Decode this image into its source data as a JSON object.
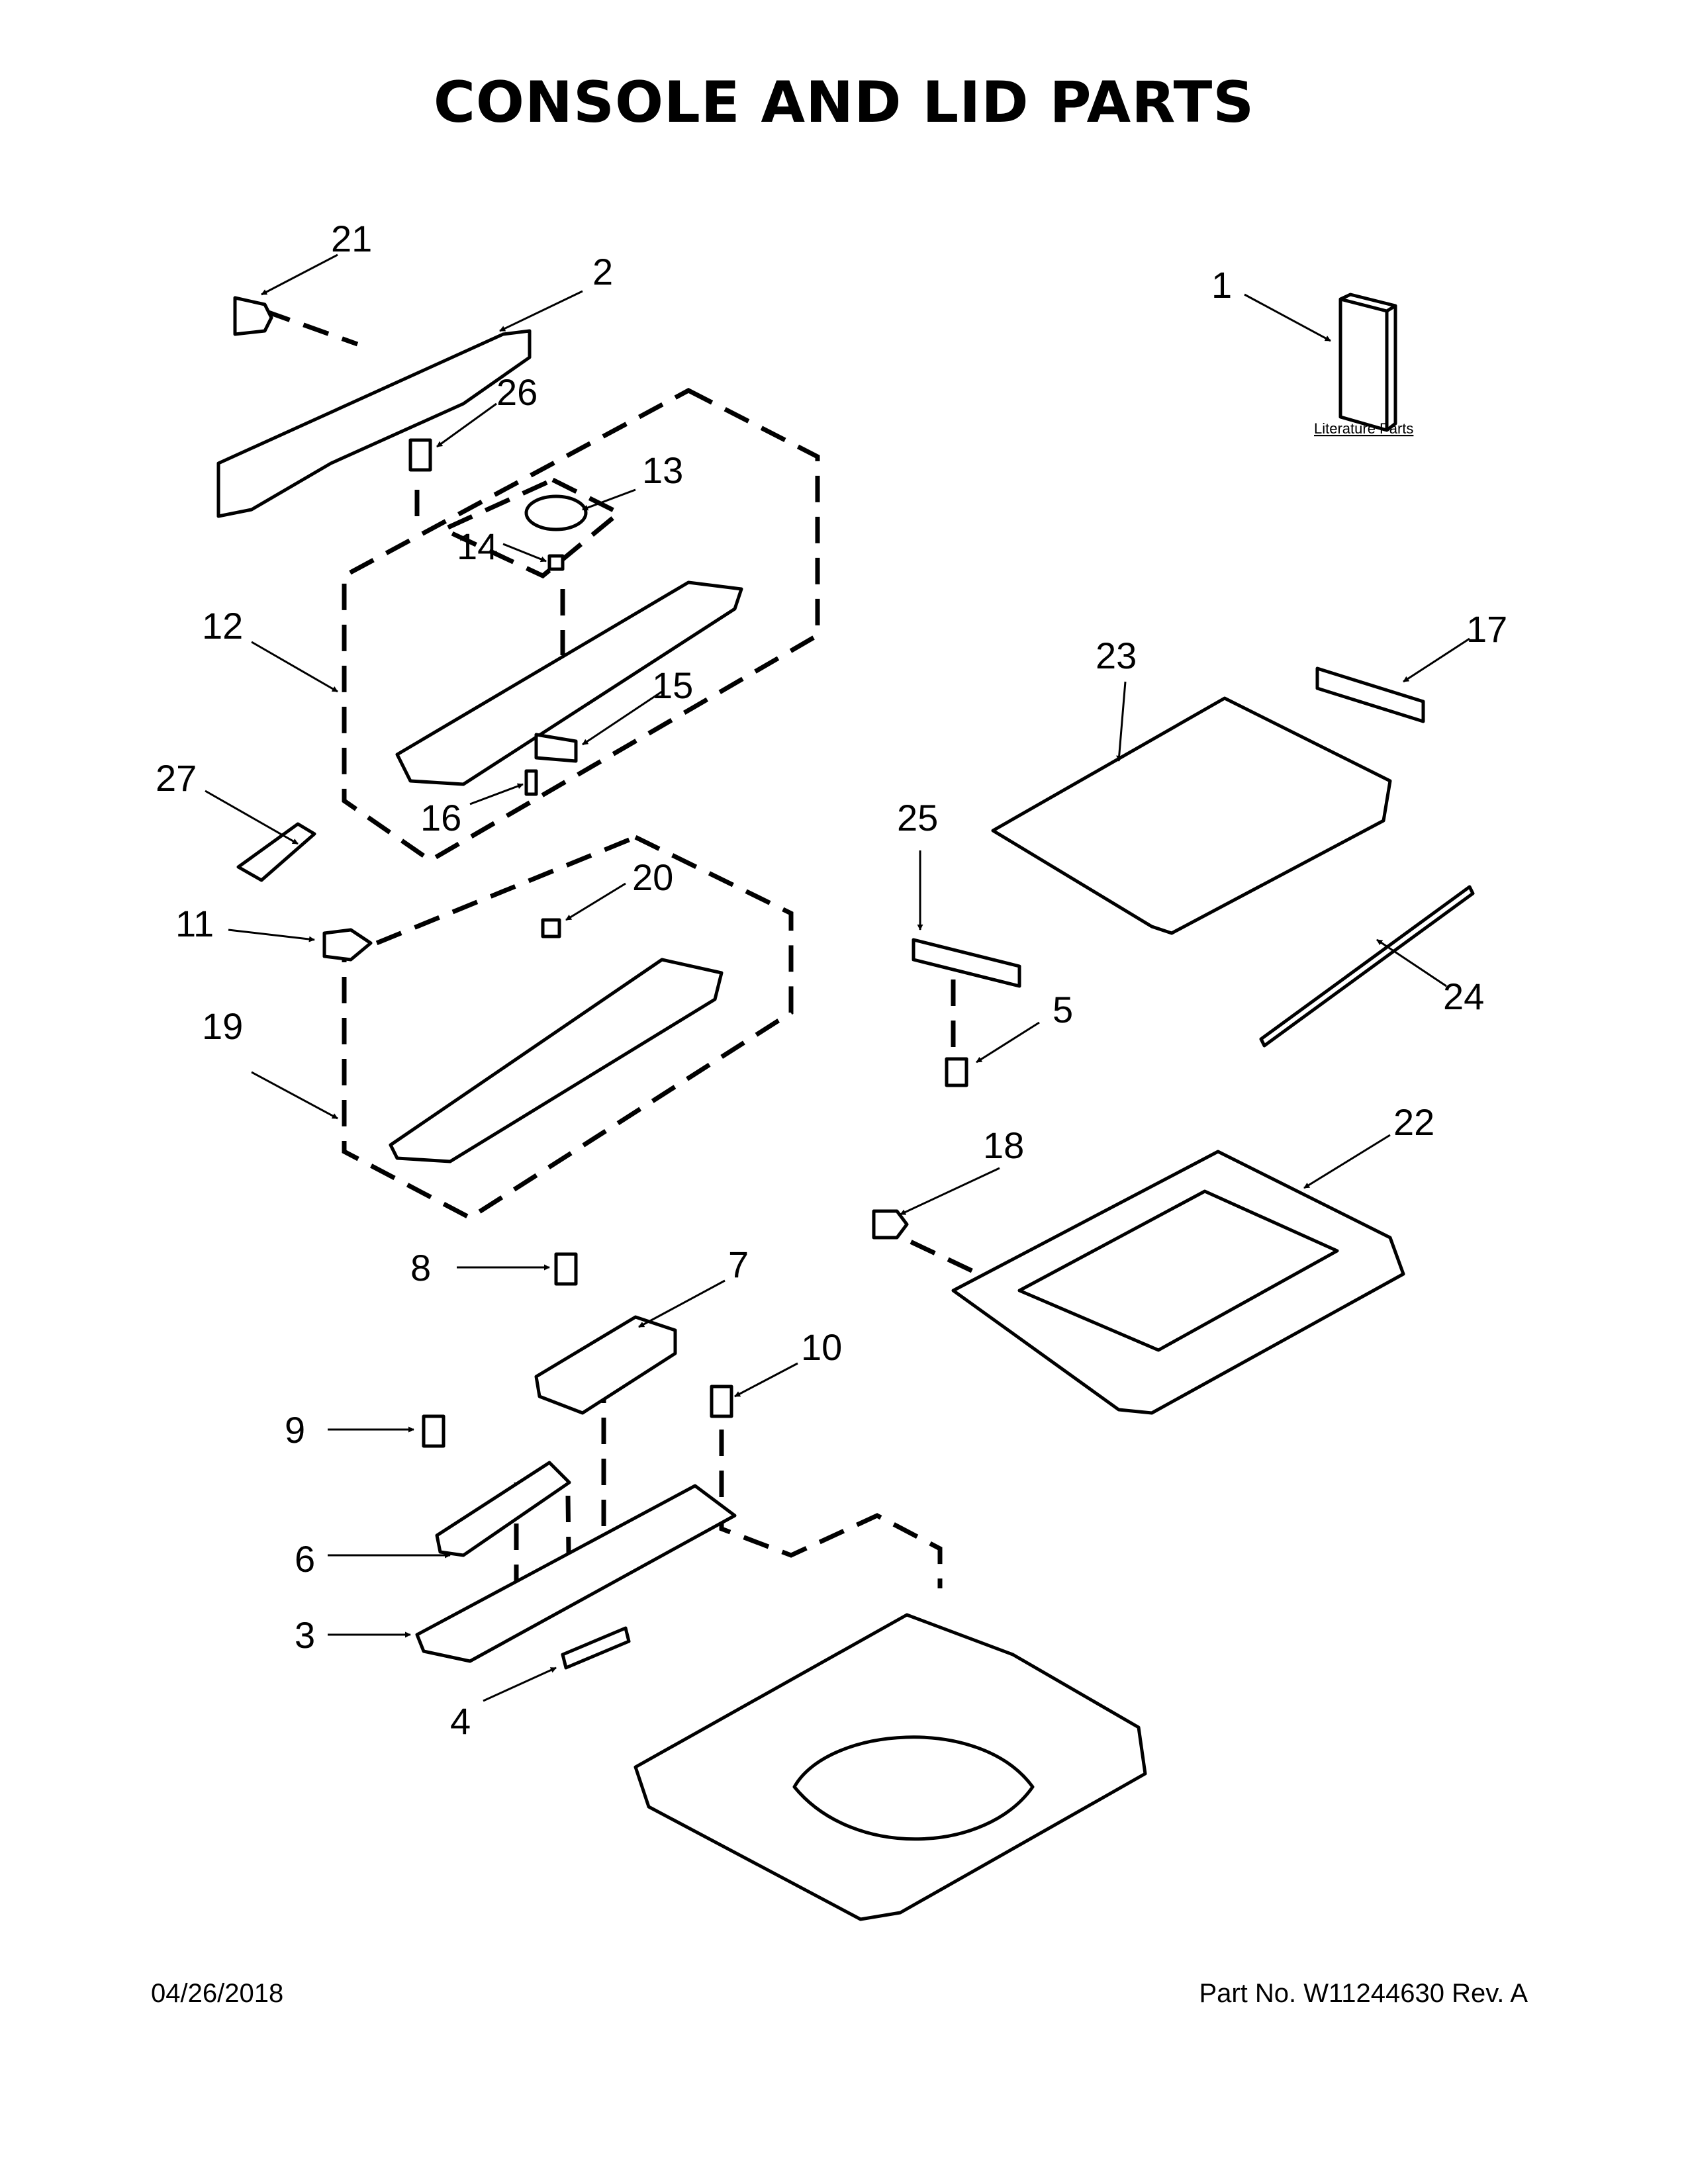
{
  "title": "CONSOLE AND LID PARTS",
  "footer": {
    "date": "04/26/2018",
    "part_number": "Part No.  W11244630  Rev.  A"
  },
  "literature_label": "Literature Parts",
  "callouts": {
    "c1": "1",
    "c2": "2",
    "c3": "3",
    "c4": "4",
    "c5": "5",
    "c6": "6",
    "c7": "7",
    "c8": "8",
    "c9": "9",
    "c10": "10",
    "c11": "11",
    "c12": "12",
    "c13": "13",
    "c14": "14",
    "c15": "15",
    "c16": "16",
    "c17": "17",
    "c18": "18",
    "c19": "19",
    "c20": "20",
    "c21": "21",
    "c22": "22",
    "c23": "23",
    "c24": "24",
    "c25": "25",
    "c26": "26",
    "c27": "27"
  }
}
